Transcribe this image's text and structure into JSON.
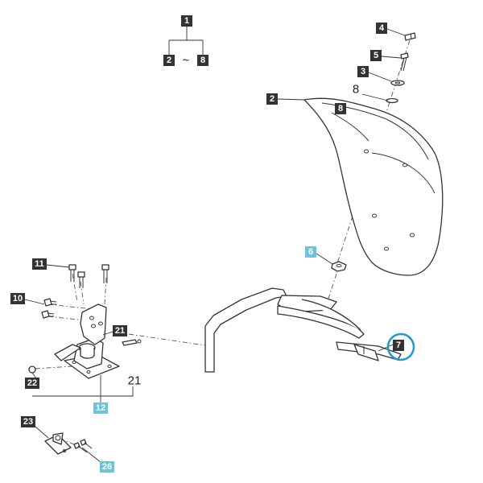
{
  "colors": {
    "label_dark": "#333333",
    "label_highlight": "#6cc4dc",
    "highlight_ring": "#1e9ad6",
    "line": "#333333"
  },
  "labels": {
    "l1": "1",
    "l2_range": "2",
    "tilde": "~",
    "l8_range": "8",
    "l4": "4",
    "l5": "5",
    "l3": "3",
    "l8_plain": "8",
    "l2_fender": "2",
    "l8_fender": "8",
    "l6": "6",
    "l7": "7",
    "l11": "11",
    "l10": "10",
    "l21_box": "21",
    "l22": "22",
    "l21_plain": "21",
    "l12": "12",
    "l23": "23",
    "l26": "26"
  }
}
